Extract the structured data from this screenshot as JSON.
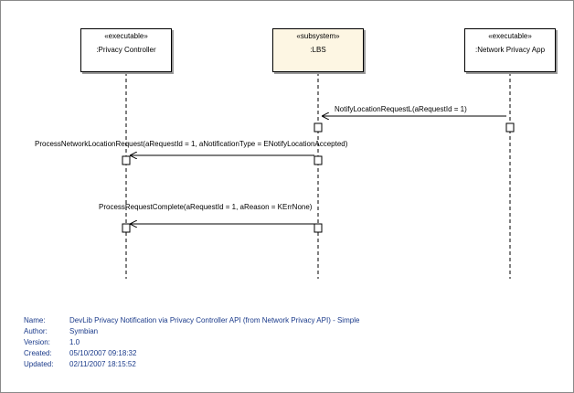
{
  "lifelines": [
    {
      "stereotype": "«executable»",
      "name": ":Privacy Controller",
      "fill": "#ffffff"
    },
    {
      "stereotype": "«subsystem»",
      "name": ":LBS",
      "fill": "#fdf6e3"
    },
    {
      "stereotype": "«executable»",
      "name": ":Network Privacy App",
      "fill": "#ffffff"
    }
  ],
  "messages": [
    {
      "label": "NotifyLocationRequestL(aRequestId = 1)"
    },
    {
      "label": "ProcessNetworkLocationRequest(aRequestId = 1, aNotificationType = ENotifyLocationAccepted)"
    },
    {
      "label": "ProcessRequestComplete(aRequestId = 1, aReason = KErrNone)"
    }
  ],
  "metadata": {
    "name_key": "Name:",
    "name_value": "DevLib Privacy Notification via Privacy Controller API (from Network Privacy API) - Simple",
    "author_key": "Author:",
    "author_value": "Symbian",
    "version_key": "Version:",
    "version_value": "1.0",
    "created_key": "Created:",
    "created_value": "05/10/2007 09:18:32",
    "updated_key": "Updated:",
    "updated_value": "02/11/2007 18:15:52"
  },
  "colors": {
    "metadata_text": "#1a3a8a",
    "subsystem_fill": "#fdf6e3"
  }
}
